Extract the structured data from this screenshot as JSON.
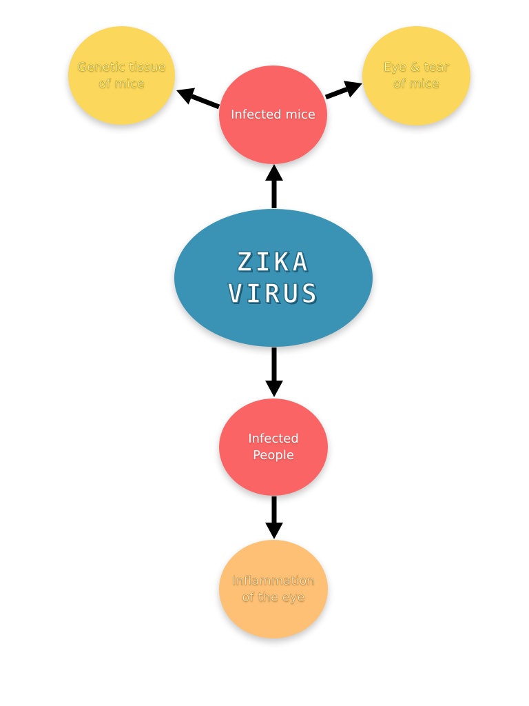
{
  "colors": {
    "yellow": "#fbd75b",
    "red": "#fb6464",
    "blue": "#3a93b5",
    "orange": "#fdc074",
    "arrow": "#000000"
  },
  "nodes": {
    "genetic_tissue": {
      "label": "Genetic tissue\nof mice"
    },
    "eye_tear": {
      "label": "Eye & tear\nof mice"
    },
    "infected_mice": {
      "label": "Infected mice"
    },
    "zika_virus": {
      "label": "ZIKA\nVIRUS"
    },
    "infected_people": {
      "label": "Infected\nPeople"
    },
    "inflammation": {
      "label": "Inflammation\nof the eye"
    }
  },
  "edges": [
    {
      "from": "zika_virus",
      "to": "infected_mice"
    },
    {
      "from": "infected_mice",
      "to": "genetic_tissue"
    },
    {
      "from": "infected_mice",
      "to": "eye_tear"
    },
    {
      "from": "zika_virus",
      "to": "infected_people"
    },
    {
      "from": "infected_people",
      "to": "inflammation"
    }
  ]
}
